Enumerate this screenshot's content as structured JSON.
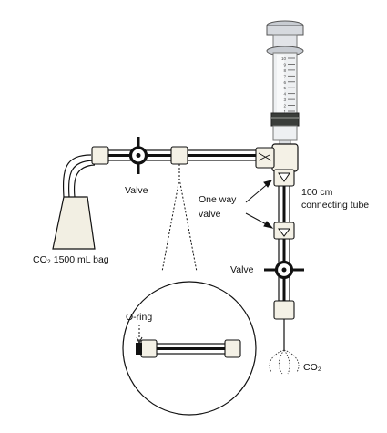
{
  "diagram": {
    "labels": {
      "bag": "CO₂ 1500 mL bag",
      "valve_top": "Valve",
      "one_way_line1": "One way",
      "one_way_line2": "valve",
      "tube_line1": "100 cm",
      "tube_line2": "connecting tube",
      "valve_bottom": "Valve",
      "oring": "O-ring",
      "co2_out": "CO₂"
    },
    "syringe_scale": [
      "1",
      "2",
      "3",
      "4",
      "5",
      "6",
      "7",
      "8",
      "9",
      "10"
    ],
    "colors": {
      "line": "#111111",
      "connector_fill": "#f4f1e6",
      "bag_fill": "#f2efe3",
      "syringe_plunger": "#c8ccd2",
      "syringe_seal": "#3a3d3a",
      "valve_ring": "#111111"
    }
  }
}
